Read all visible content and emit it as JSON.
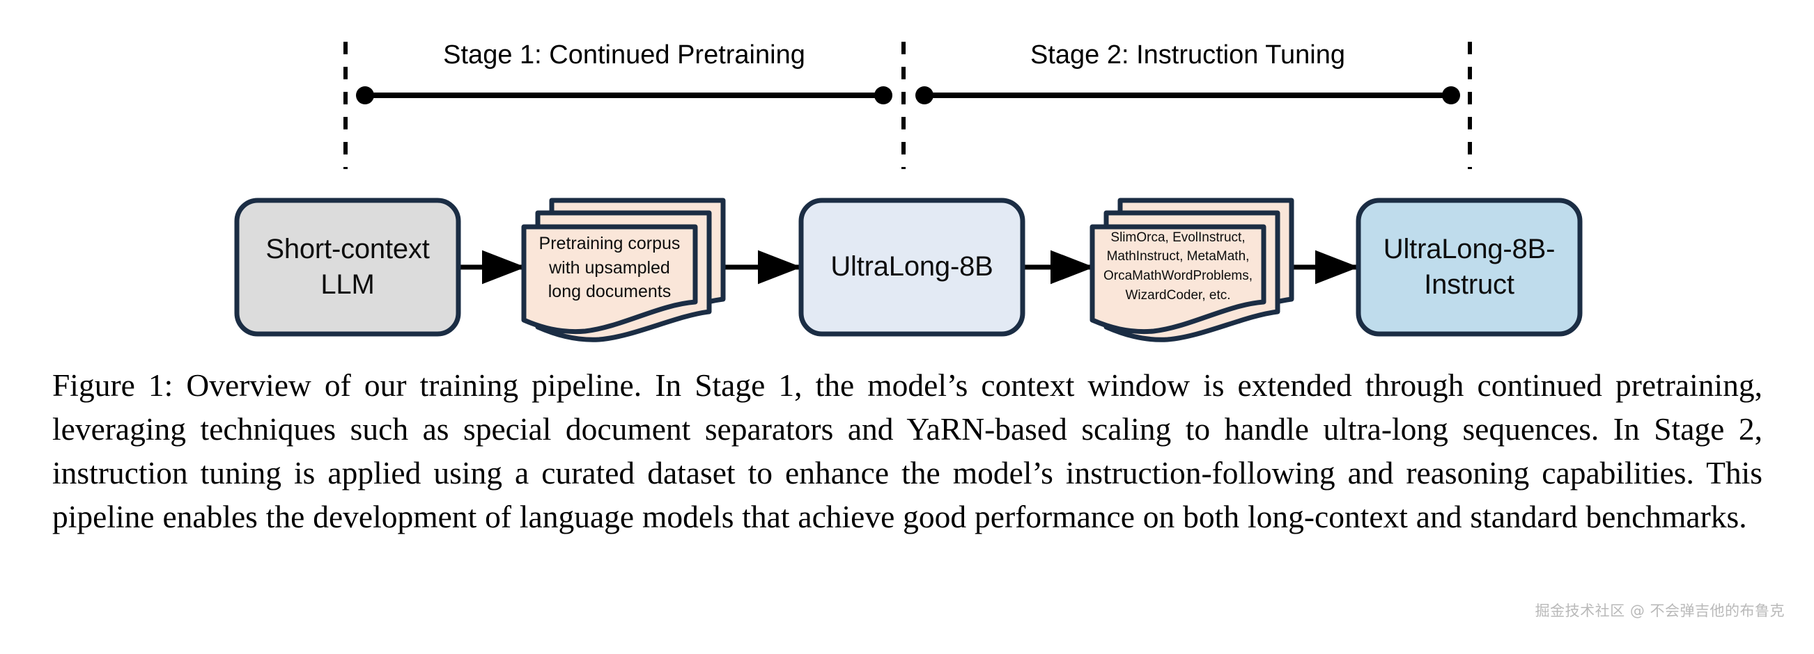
{
  "figure": {
    "stages": [
      {
        "id": "stage-1",
        "label": "Stage 1: Continued Pretraining"
      },
      {
        "id": "stage-2",
        "label": "Stage 2: Instruction Tuning"
      }
    ],
    "nodes": [
      {
        "id": "short-context-llm",
        "shape": "rounded-rect",
        "fill": "#dcdcdc",
        "stroke": "#1b2d44",
        "lines": [
          "Short-context",
          "LLM"
        ]
      },
      {
        "id": "pretraining-corpus",
        "shape": "document-stack",
        "fill": "#fae6d9",
        "stroke": "#1b2d44",
        "lines": [
          "Pretraining corpus",
          "with upsampled",
          "long documents"
        ]
      },
      {
        "id": "ultralong-8b",
        "shape": "rounded-rect",
        "fill": "#e3eaf4",
        "stroke": "#1b2d44",
        "lines": [
          "UltraLong-8B"
        ]
      },
      {
        "id": "instruction-datasets",
        "shape": "document-stack",
        "fill": "#fae6d9",
        "stroke": "#1b2d44",
        "lines": [
          "SlimOrca, EvolInstruct,",
          "MathInstruct, MetaMath,",
          "OrcaMathWordProblems,",
          "WizardCoder, etc."
        ]
      },
      {
        "id": "ultralong-8b-instruct",
        "shape": "rounded-rect",
        "fill": "#bfdcec",
        "stroke": "#1b2d44",
        "lines": [
          "UltraLong-8B-",
          "Instruct"
        ]
      }
    ],
    "arrow_color": "#000000",
    "divider_color": "#000000"
  },
  "caption": {
    "label": "Figure 1:",
    "text": " Overview of our training pipeline. In Stage 1, the model’s context window is extended through continued pretraining, leveraging techniques such as special document separators and YaRN-based scaling to handle ultra-long sequences.  In Stage 2, instruction tuning is applied using a curated dataset to enhance the model’s instruction-following and reasoning capabilities. This pipeline enables the development of language models that achieve good performance on both long-context and standard benchmarks."
  },
  "watermark": {
    "text": "掘金技术社区 @ 不会弹吉他的布鲁克"
  }
}
